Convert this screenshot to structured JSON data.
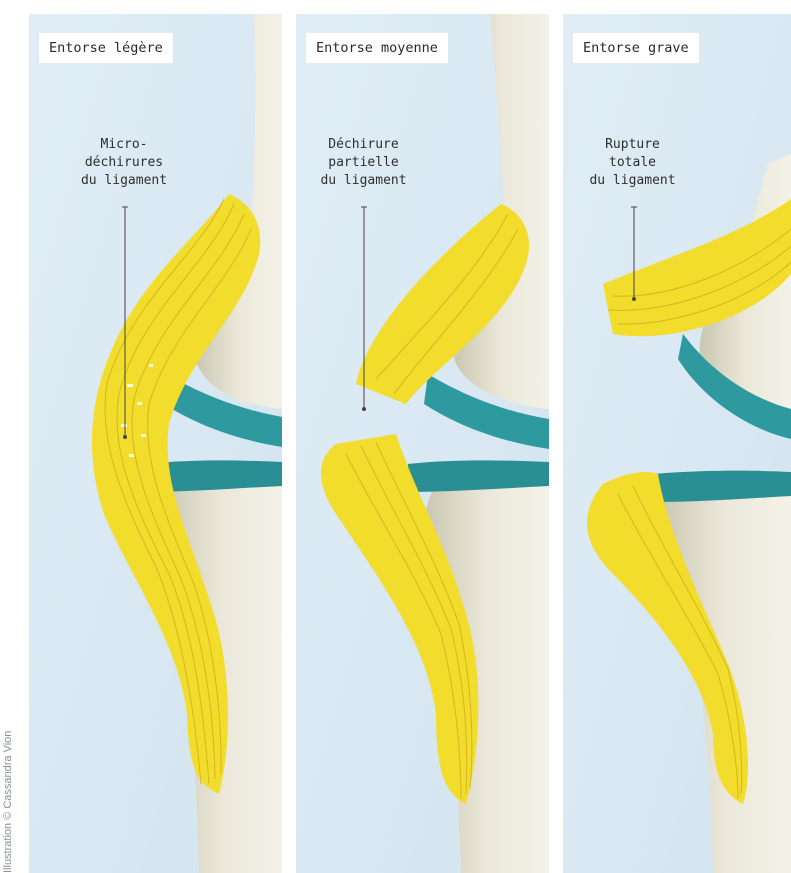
{
  "credit": "Illustration © Cassandra Vion",
  "panels": [
    {
      "title": "Entorse légère",
      "callout": [
        "Micro-",
        "déchirures",
        "du ligament"
      ]
    },
    {
      "title": "Entorse moyenne",
      "callout": [
        "Déchirure",
        "partielle",
        "du ligament"
      ]
    },
    {
      "title": "Entorse grave",
      "callout": [
        "Rupture",
        "totale",
        "du ligament"
      ]
    }
  ],
  "colors": {
    "background": "#dbe9f3",
    "bone": "#e7e4d4",
    "ligament": "#f2dc2c",
    "meniscus": "#2e9aa0"
  }
}
